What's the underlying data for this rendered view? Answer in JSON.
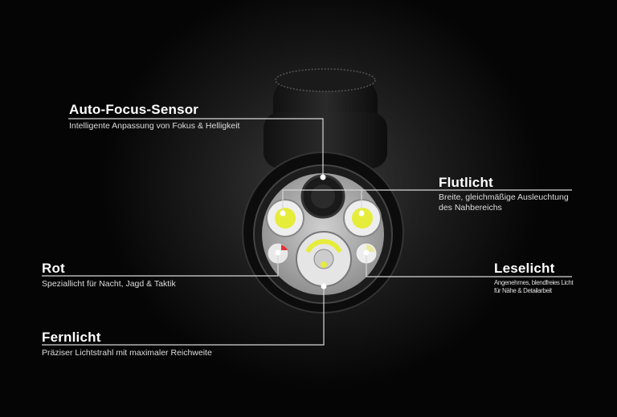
{
  "callouts": {
    "autofocus": {
      "title": "Auto-Focus-Sensor",
      "desc": "Intelligente Anpassung von Fokus & Helligkeit"
    },
    "flutlicht": {
      "title": "Flutlicht",
      "desc": "Breite, gleichmäßige Ausleuchtung des Nahbereichs"
    },
    "rot": {
      "title": "Rot",
      "desc": "Speziallicht für Nacht, Jagd & Taktik"
    },
    "leselicht": {
      "title": "Leselicht",
      "desc_line1": "Angenehmes, blendfreies Licht",
      "desc_line2": "für Nähe & Detailarbeit"
    },
    "fernlicht": {
      "title": "Fernlicht",
      "desc": "Präziser Lichtstrahl mit maximaler Reichweite"
    }
  },
  "colors": {
    "led_yellow": "#e6ec3a",
    "red_led": "#d33",
    "line": "#d8d8d8"
  }
}
